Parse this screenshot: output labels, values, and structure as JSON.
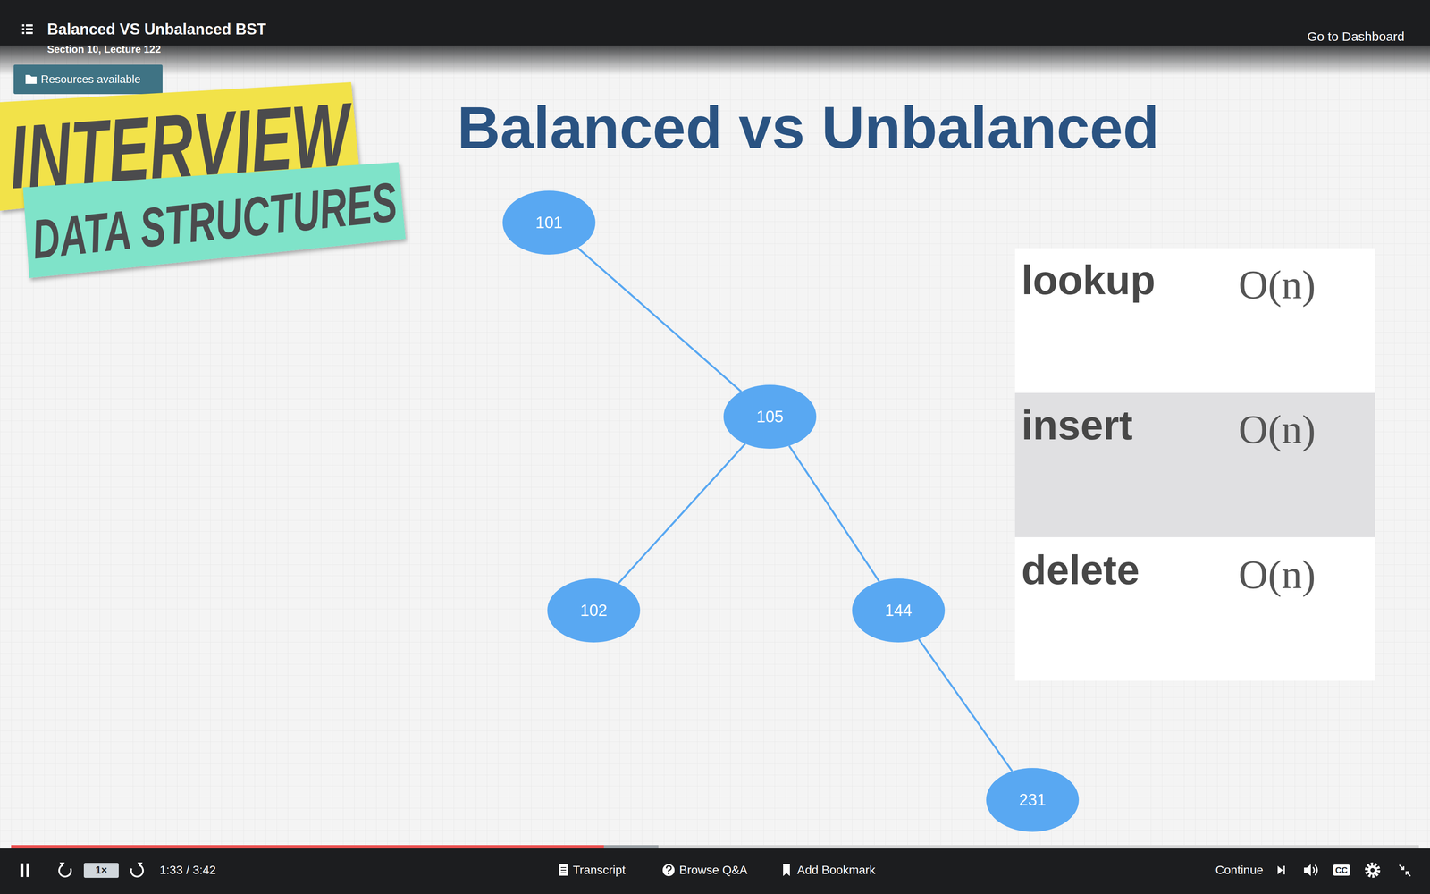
{
  "diagram": {
    "title": "Balanced vs Unbalanced",
    "nodes": [
      {
        "text": [
          "101"
        ]
      },
      {
        "text": [
          "105"
        ]
      },
      {
        "text": [
          "102"
        ]
      },
      {
        "text": [
          "144"
        ]
      },
      {
        "text": [
          "231"
        ]
      }
    ],
    "edges": [
      {
        "from": 0,
        "to": 1,
        "arrow": "none"
      },
      {
        "from": 1,
        "to": 2,
        "arrow": "none"
      },
      {
        "from": 1,
        "to": 3,
        "arrow": "none"
      },
      {
        "from": 3,
        "to": 4,
        "arrow": "none"
      }
    ],
    "labels": [
      "Balanced VS Unbalanced BST",
      "Section 10, Lecture 122",
      "Go to Dashboard",
      "Resources available",
      "INTERVIEW",
      "DATA STRUCTURES",
      "lookup",
      "O(n)",
      "insert",
      "O(n)",
      "delete",
      "O(n)",
      "1×",
      "1:33 / 3:42",
      "Transcript",
      "Browse Q&A",
      "Add Bookmark",
      "Continue",
      "CC"
    ]
  }
}
